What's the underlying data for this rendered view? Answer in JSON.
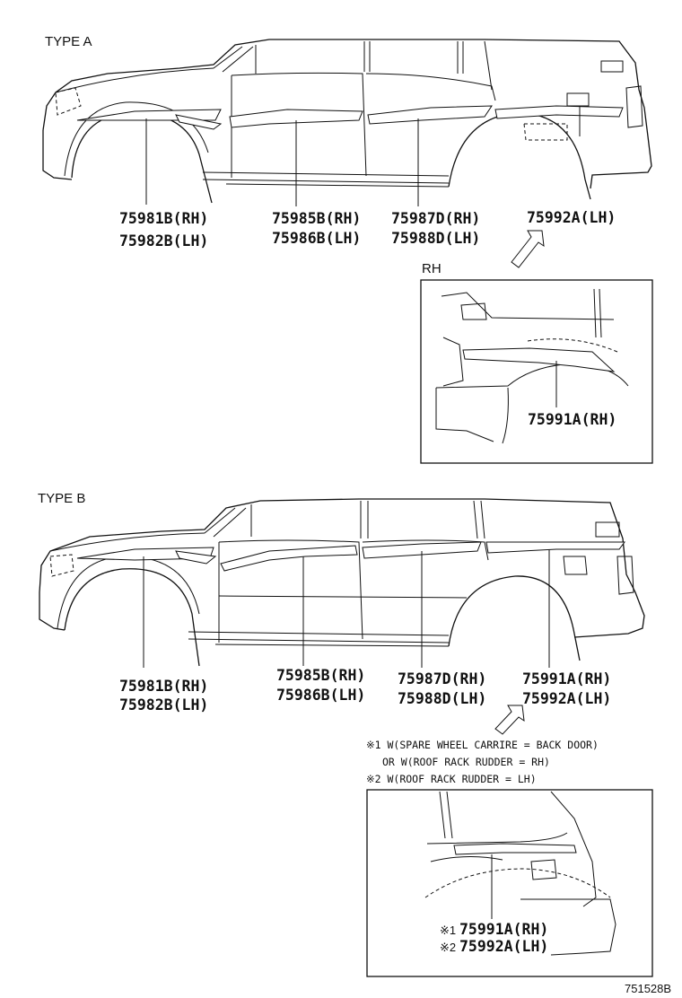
{
  "type_a": {
    "title": "TYPE A",
    "labels": [
      {
        "line1": "75981B(RH)",
        "line2": "75982B(LH)"
      },
      {
        "line1": "75985B(RH)",
        "line2": "75986B(LH)"
      },
      {
        "line1": "75987D(RH)",
        "line2": "75988D(LH)"
      },
      {
        "line1": "75992A(LH)",
        "line2": ""
      }
    ],
    "inset": {
      "title": "RH",
      "label": "75991A(RH)"
    }
  },
  "type_b": {
    "title": "TYPE B",
    "labels": [
      {
        "line1": "75981B(RH)",
        "line2": "75982B(LH)"
      },
      {
        "line1": "75985B(RH)",
        "line2": "75986B(LH)"
      },
      {
        "line1": "75987D(RH)",
        "line2": "75988D(LH)"
      },
      {
        "line1": "75991A(RH)",
        "line2": "75992A(LH)"
      }
    ],
    "notes": [
      "※1 W(SPARE WHEEL CARRIRE = BACK DOOR)",
      "OR W(ROOF RACK RUDDER = RH)",
      "※2 W(ROOF RACK RUDDER = LH)"
    ],
    "inset": {
      "mark1": "※1",
      "label1": "75991A(RH)",
      "mark2": "※2",
      "label2": "75992A(LH)"
    }
  },
  "diagram_code": "751528B"
}
